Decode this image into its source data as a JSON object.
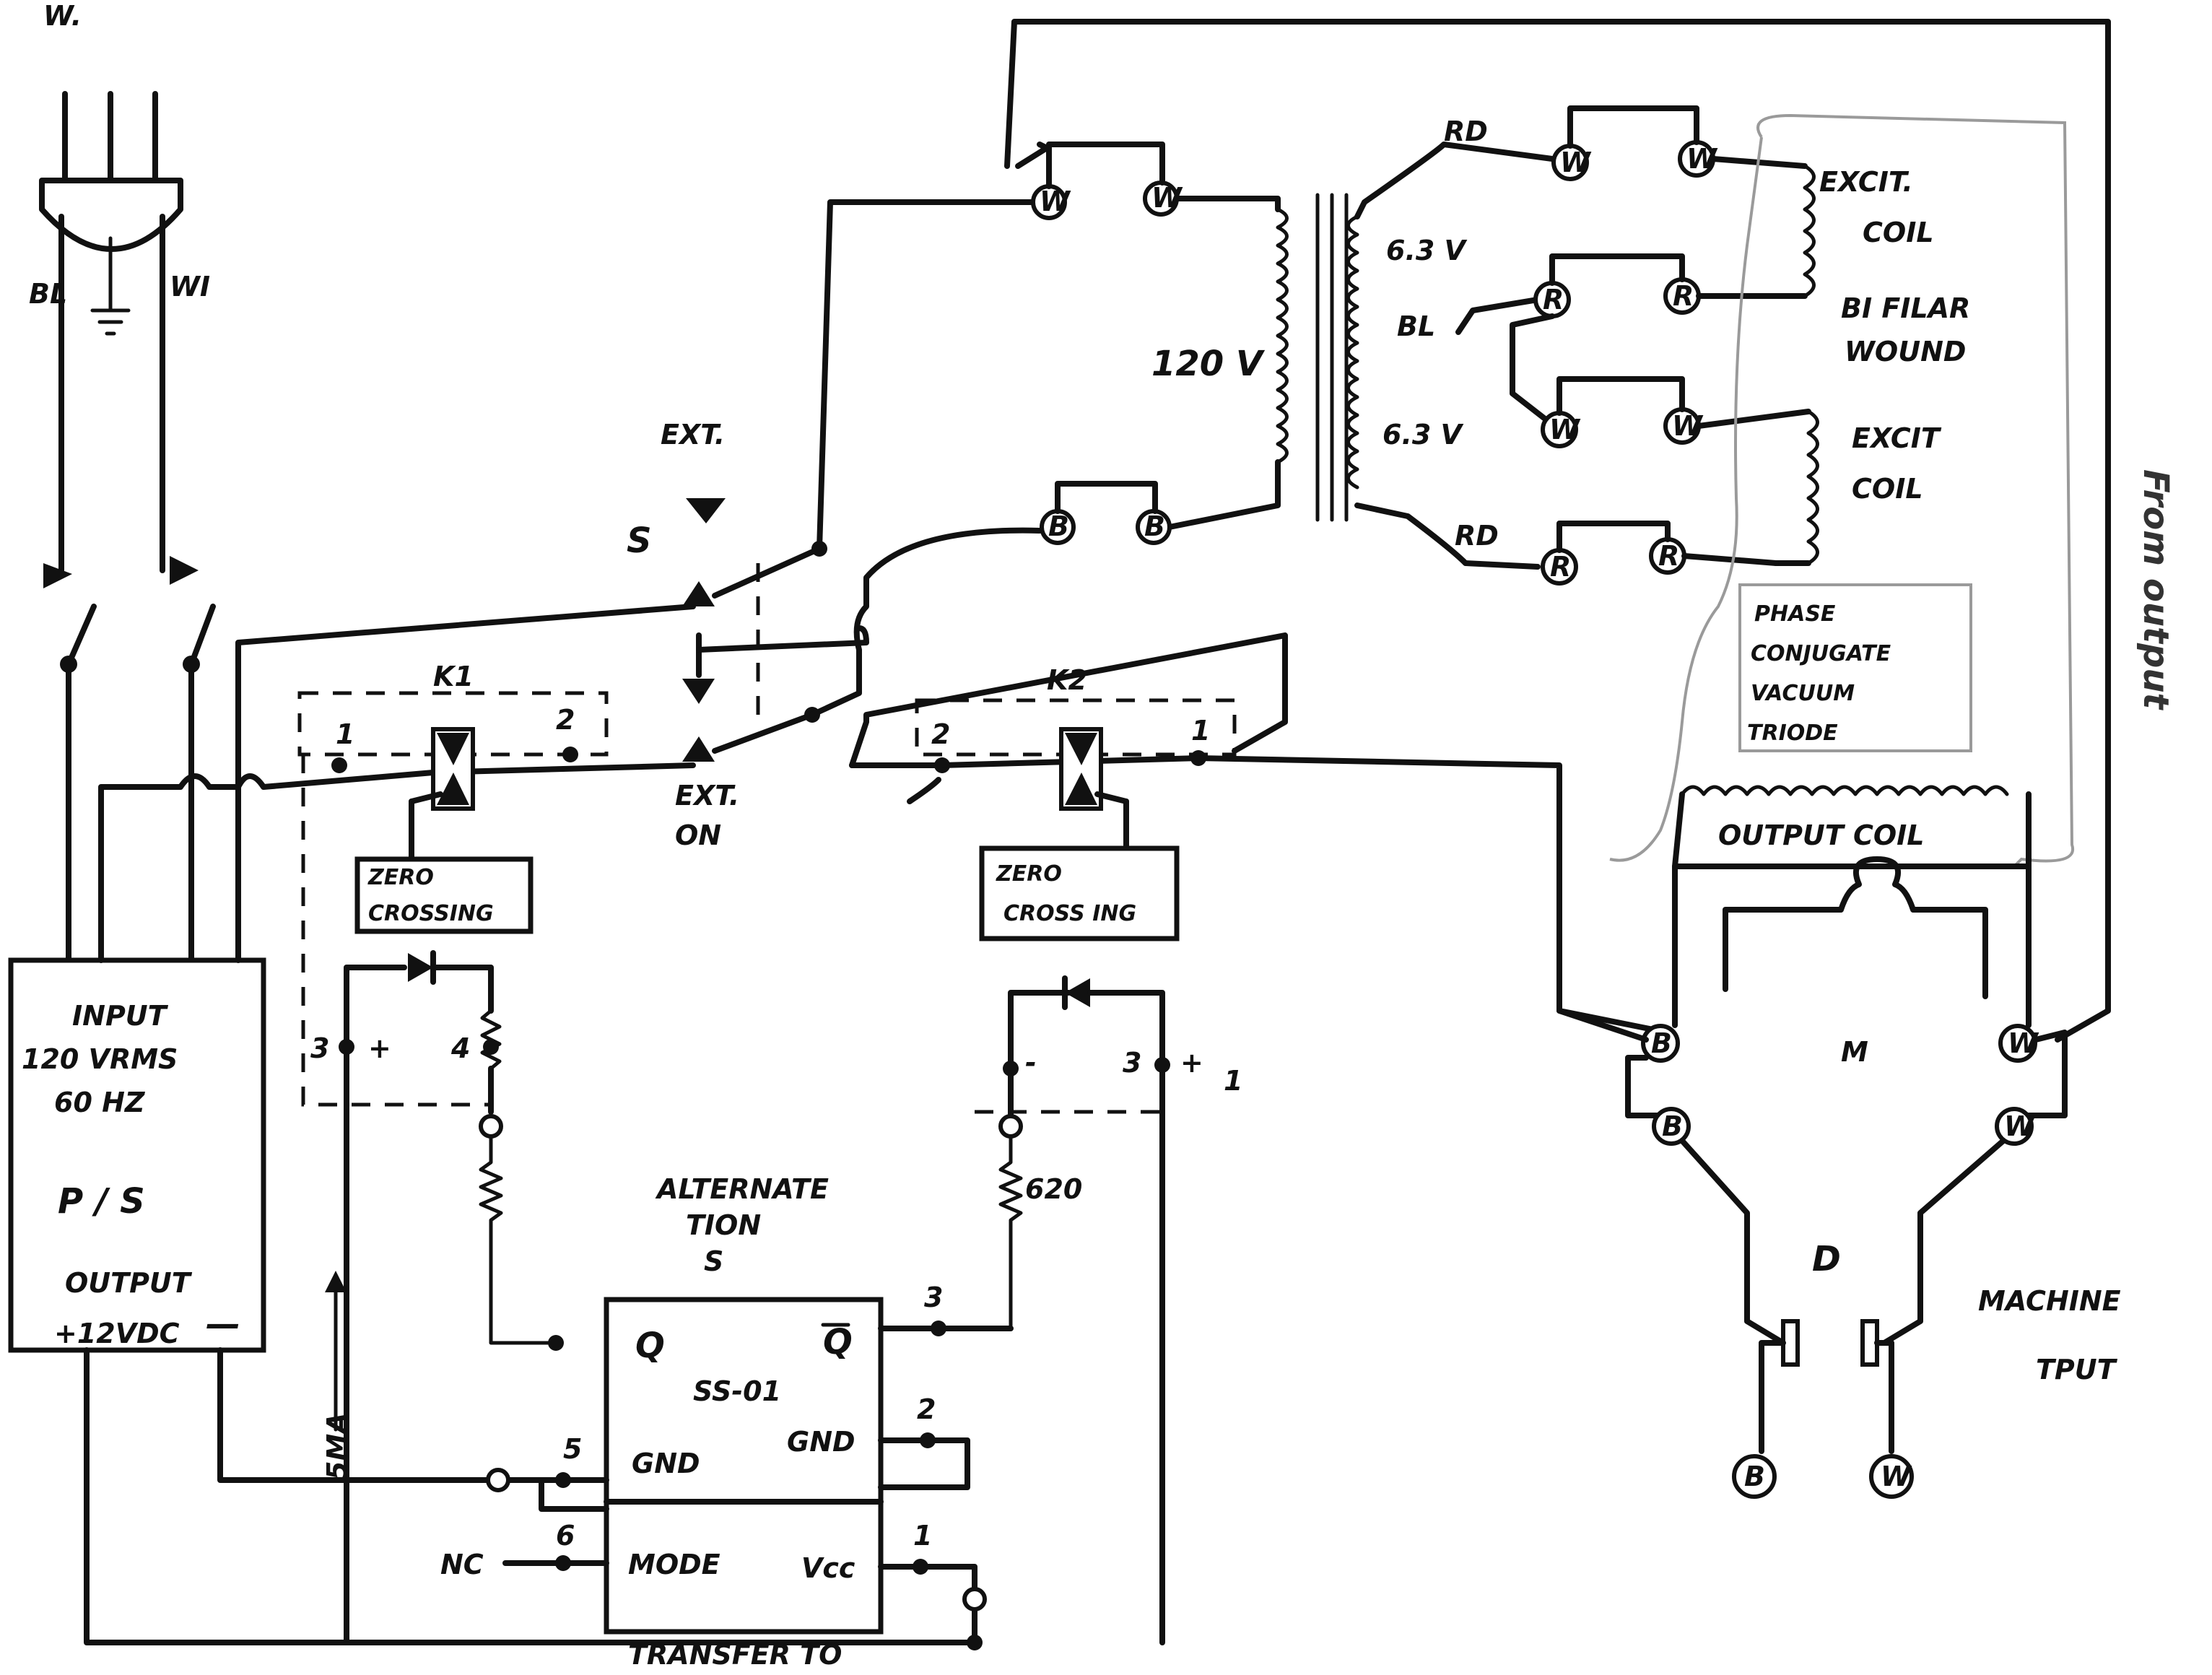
{
  "labels": {
    "corner_w": "W.",
    "plug_bl": "BL",
    "plug_wi": "WI",
    "ext_top": "EXT.",
    "switch_s": "S",
    "ext_on_1": "EXT.",
    "ext_on_2": "ON",
    "k1": "K1",
    "k2": "K2",
    "k1_pin1": "1",
    "k1_pin2": "2",
    "k2_pin2": "2",
    "k2_pin1": "1",
    "zc1_a": "ZERO",
    "zc1_b": "CROSSING",
    "zc2_a": "ZERO",
    "zc2_b": "CROSS ING",
    "ps_1": "INPUT",
    "ps_2": "120 VRMS",
    "ps_3": "60 HZ",
    "ps_4": "P / S",
    "ps_5": "OUTPUT",
    "ps_6": "+12VDC",
    "ps_minus": "—",
    "v120": "120 V",
    "v63a": "6.3 V",
    "bl_tap": "BL",
    "v63b": "6.3 V",
    "rd_top": "RD",
    "rd_bot": "RD",
    "excit1_a": "EXCIT.",
    "excit1_b": "COIL",
    "bifilar_a": "BI FILAR",
    "bifilar_b": "WOUND",
    "excit2_a": "EXCIT",
    "excit2_b": "COIL",
    "pcvt_1": "PHASE",
    "pcvt_2": "CONJUGATE",
    "pcvt_3": "VACUUM",
    "pcvt_4": "TRIODE",
    "output_coil": "OUTPUT COIL",
    "m_label": "M",
    "d_label": "D",
    "machine_1": "MACHINE",
    "machine_2": "TPUT",
    "from_output": "From output",
    "alt_1": "ALTERNATE",
    "alt_2": "TION",
    "alt_3": "S",
    "chip_name": "SS-01",
    "chip_q": "Q",
    "chip_qbar": "Q",
    "chip_gnd_l": "GND",
    "chip_gnd_r": "GND",
    "chip_mode": "MODE",
    "chip_vcc": "Vcc",
    "nc": "NC",
    "pin5": "5",
    "pin6": "6",
    "pin3": "3",
    "pin2": "2",
    "pin1": "1",
    "ma": "5MA",
    "r620": "620",
    "l3": "3",
    "l_plus": "+",
    "l4": "4",
    "r_minus": "-",
    "r3": "3",
    "r_plus": "+",
    "r_one": "1",
    "transfer": "TRANSFER TO"
  },
  "terminals": {
    "w": "W",
    "b": "B",
    "r": "R"
  }
}
